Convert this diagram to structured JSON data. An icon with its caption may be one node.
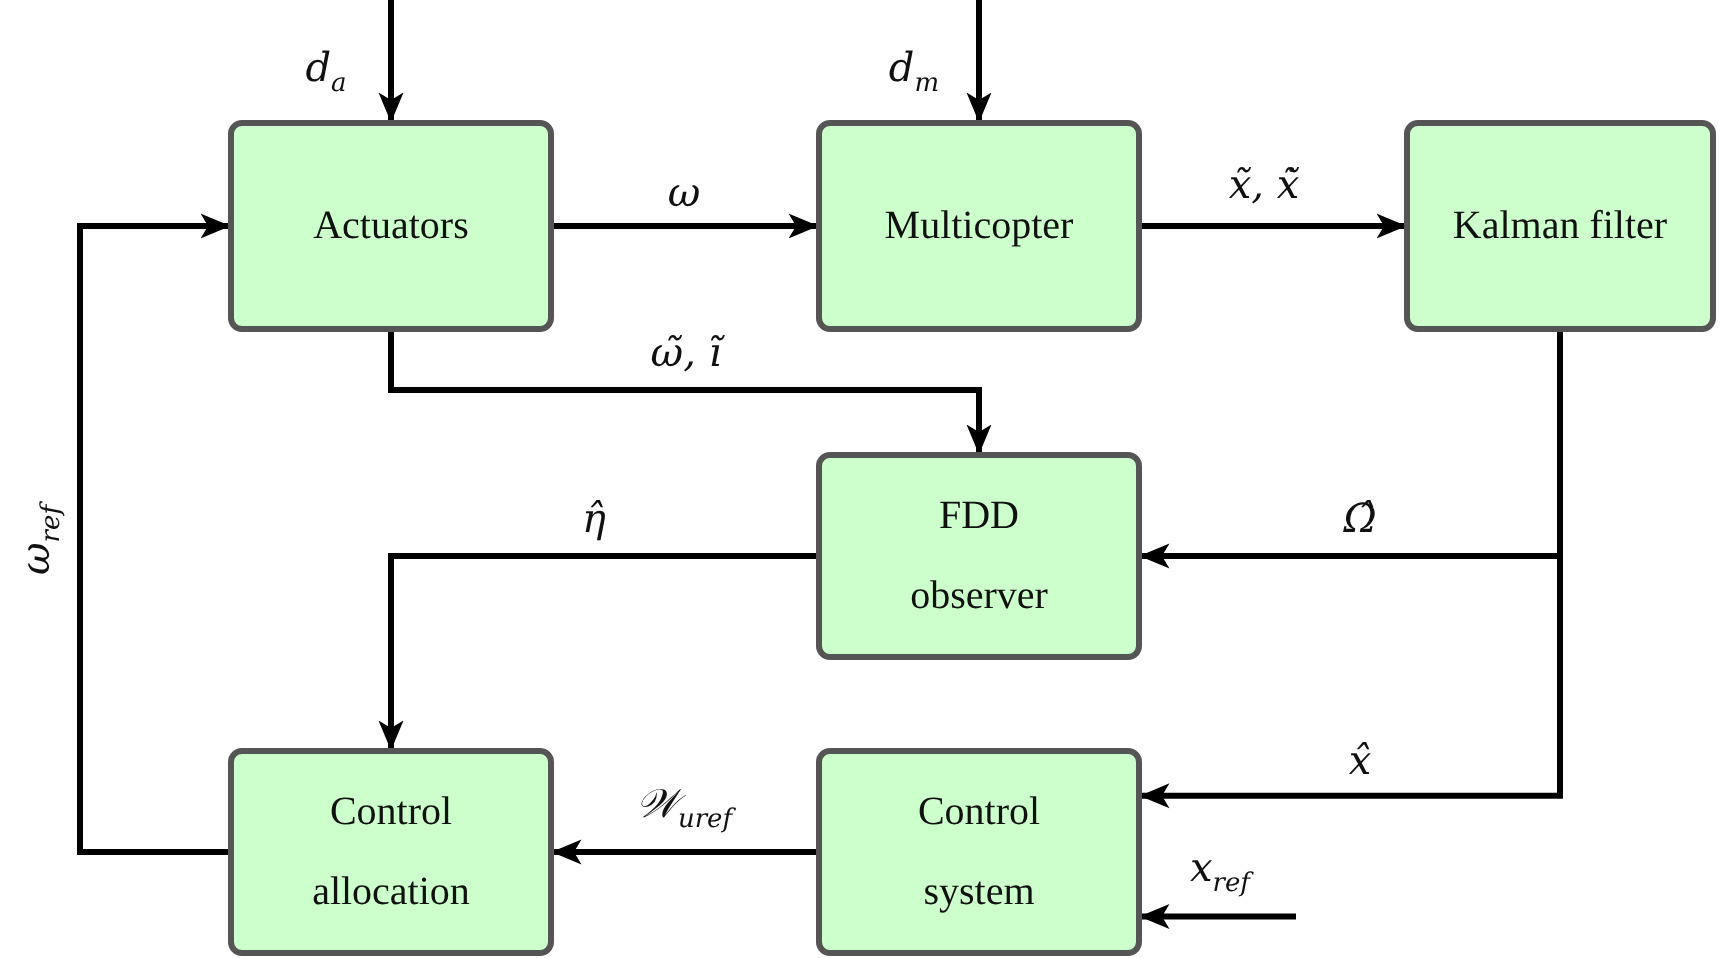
{
  "diagram": {
    "nodes": [
      {
        "text": [
          "Actuators"
        ]
      },
      {
        "text": [
          "Multicopter"
        ]
      },
      {
        "text": [
          "Kalman filter"
        ]
      },
      {
        "text": [
          "FDD observer"
        ]
      },
      {
        "text": [
          "Control allocation"
        ]
      },
      {
        "text": [
          "Control system"
        ]
      }
    ],
    "edges": [
      {
        "from": null,
        "to": 0,
        "arrow": "to",
        "label": "d$_{a}$"
      },
      {
        "from": null,
        "to": 1,
        "arrow": "to",
        "label": "d$_{m}$"
      },
      {
        "from": 0,
        "to": 1,
        "arrow": "to",
        "label": "ω"
      },
      {
        "from": 1,
        "to": 2,
        "arrow": "to",
        "label": "x̃, x̃̇"
      },
      {
        "from": 0,
        "to": 3,
        "arrow": "to",
        "label": "ω̃, ĩ"
      },
      {
        "from": 2,
        "to": 3,
        "arrow": "to",
        "label": "Ω̂"
      },
      {
        "from": 2,
        "to": 5,
        "arrow": "to",
        "label": "x̂"
      },
      {
        "from": 3,
        "to": 4,
        "arrow": "to",
        "label": "η̂"
      },
      {
        "from": 5,
        "to": 4,
        "arrow": "to",
        "label": "𝒲$_{u}$$_{ref}$"
      },
      {
        "from": 4,
        "to": 0,
        "arrow": "to",
        "label": "ω$_{ref}$"
      },
      {
        "from": null,
        "to": 5,
        "arrow": "to",
        "label": "x$_{ref}$"
      }
    ]
  }
}
